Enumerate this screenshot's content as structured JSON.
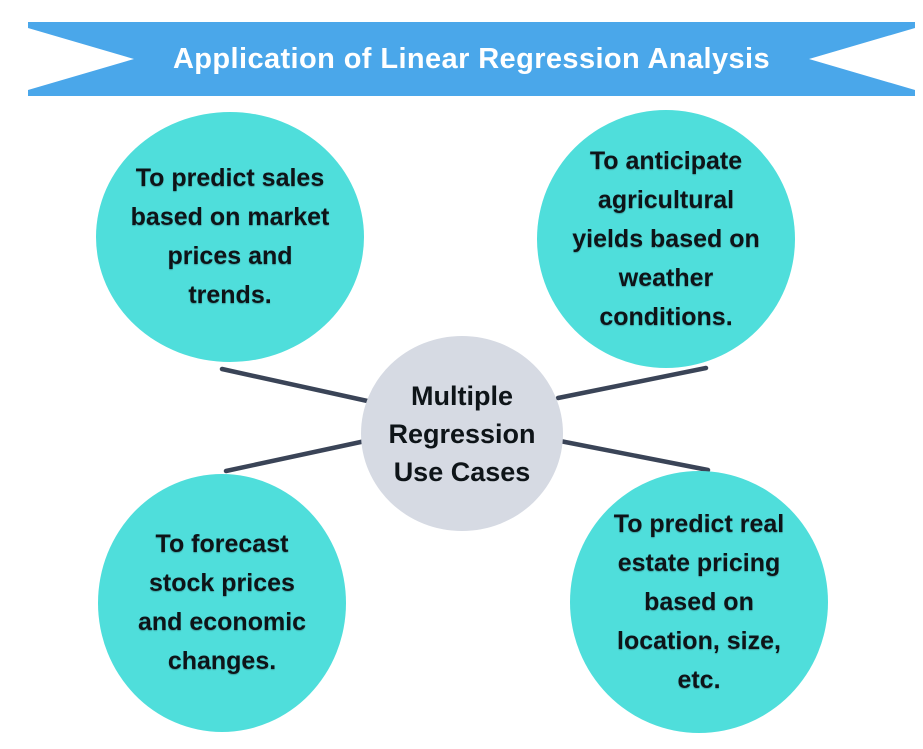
{
  "banner": {
    "title": "Application of Linear Regression Analysis"
  },
  "center": {
    "label": "Multiple\nRegression\nUse Cases"
  },
  "nodes": [
    {
      "id": "top-left",
      "text": "To predict sales\nbased on market\nprices and\ntrends."
    },
    {
      "id": "top-right",
      "text": "To anticipate\nagricultural\nyields based on\nweather\nconditions."
    },
    {
      "id": "bottom-left",
      "text": "To forecast\nstock prices\nand economic\nchanges."
    },
    {
      "id": "bottom-right",
      "text": "To predict real\nestate pricing\nbased on\nlocation, size,\netc."
    }
  ],
  "colors": {
    "banner_blue": "#4aa7ea",
    "node_fill": "#4fdedb",
    "center_fill": "#d6dae3",
    "connector": "#3a4457",
    "text": "#0e1418",
    "banner_text": "#ffffff",
    "background": "#ffffff"
  }
}
